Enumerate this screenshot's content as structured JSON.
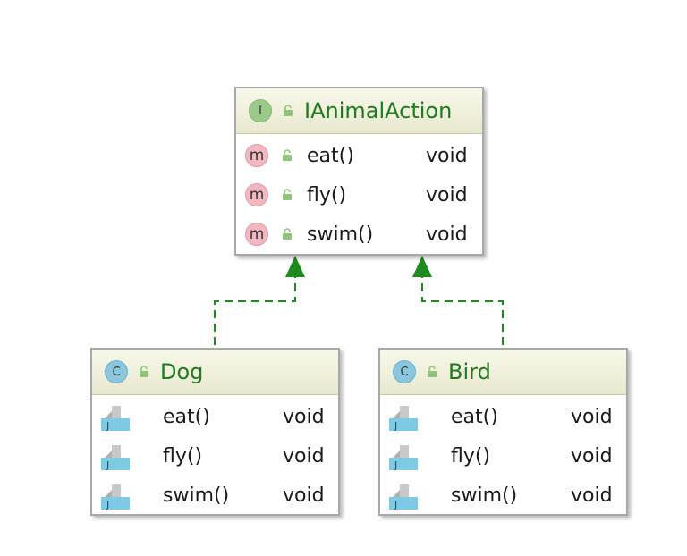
{
  "diagram": {
    "interface": {
      "kind_letter": "I",
      "name": "IAnimalAction",
      "methods": [
        {
          "badge": "m",
          "name": "eat()",
          "type": "void"
        },
        {
          "badge": "m",
          "name": "fly()",
          "type": "void"
        },
        {
          "badge": "m",
          "name": "swim()",
          "type": "void"
        }
      ]
    },
    "classes": [
      {
        "kind_letter": "C",
        "name": "Dog",
        "methods": [
          {
            "icon_letter": "J",
            "name": "eat()",
            "type": "void"
          },
          {
            "icon_letter": "J",
            "name": "fly()",
            "type": "void"
          },
          {
            "icon_letter": "J",
            "name": "swim()",
            "type": "void"
          }
        ]
      },
      {
        "kind_letter": "C",
        "name": "Bird",
        "methods": [
          {
            "icon_letter": "J",
            "name": "eat()",
            "type": "void"
          },
          {
            "icon_letter": "J",
            "name": "fly()",
            "type": "void"
          },
          {
            "icon_letter": "J",
            "name": "swim()",
            "type": "void"
          }
        ]
      }
    ],
    "relations": [
      {
        "from": "Dog",
        "to": "IAnimalAction",
        "type": "realization"
      },
      {
        "from": "Bird",
        "to": "IAnimalAction",
        "type": "realization"
      }
    ],
    "colors": {
      "title": "#1d7a1d",
      "edge": "#1e8a1e",
      "interface_badge": "#9bc98a",
      "class_badge": "#8cc6dc",
      "method_badge": "#f2b8c2"
    }
  }
}
